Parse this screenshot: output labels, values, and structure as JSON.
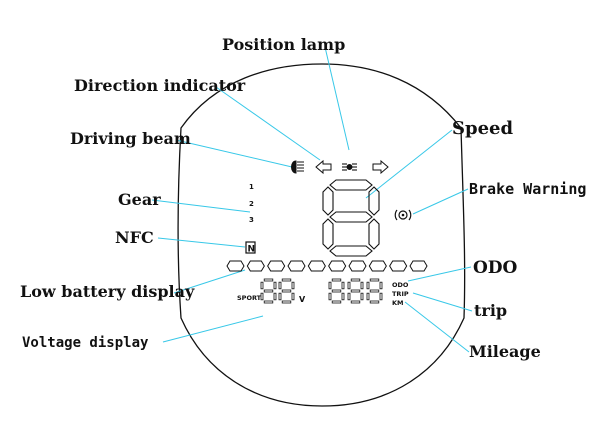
{
  "labels": {
    "position_lamp": "Position lamp",
    "direction_indicator": "Direction indicator",
    "driving_beam": "Driving beam",
    "speed": "Speed",
    "brake_warning": "Brake Warning",
    "gear": "Gear",
    "nfc": "NFC",
    "odo": "ODO",
    "low_battery": "Low battery display",
    "trip": "trip",
    "voltage": "Voltage display",
    "mileage": "Mileage"
  },
  "display": {
    "gears": [
      "1",
      "2",
      "3"
    ],
    "nfc_symbol": "N",
    "sport": "SPORT",
    "volt_unit": "V",
    "odo_text": "ODO",
    "trip_text": "TRIP",
    "km_text": "KM",
    "battery_segment_count": 10
  },
  "colors": {
    "leader": "#38c8e8",
    "ink": "#111111"
  }
}
